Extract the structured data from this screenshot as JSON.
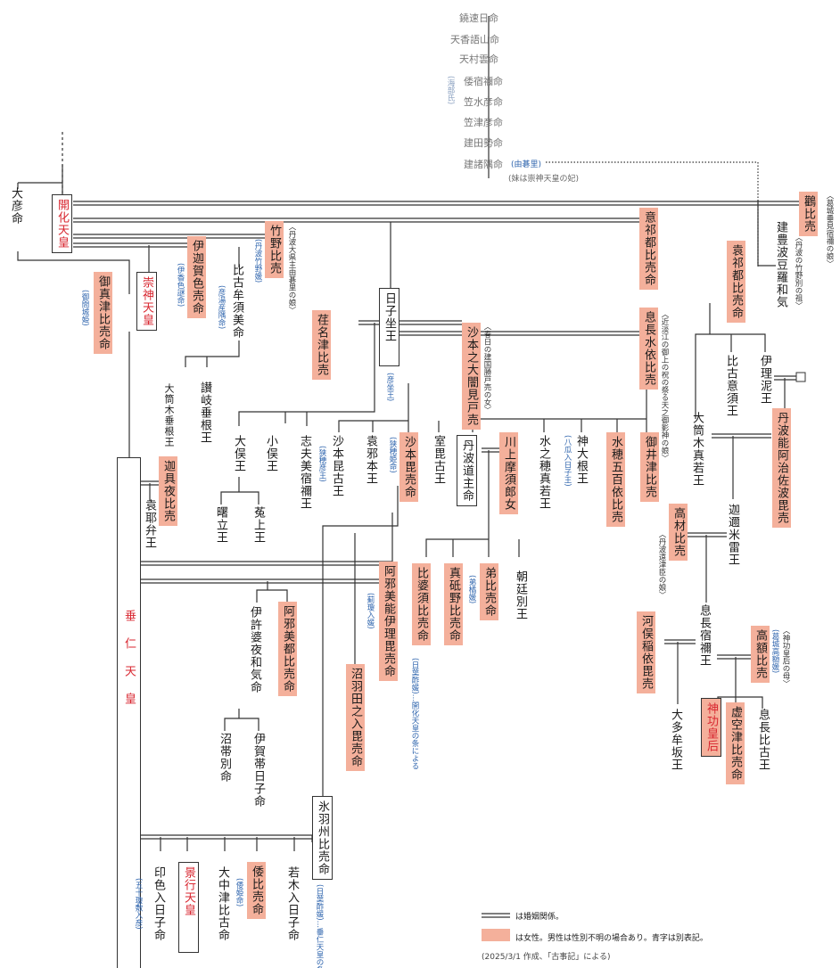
{
  "people": {
    "p1": "鐃速日命",
    "p2": "天香語山命",
    "p3": "天村雲命",
    "p4": "倭宿禰命",
    "p5": "笠水彦命",
    "p6": "笠津彦命",
    "p7": "建田勢命",
    "p8": "建諸隅命",
    "kaika": "開化天皇",
    "ohiko": "大彦命",
    "sujin": "崇神天皇",
    "mimatsu": "御真津比売命",
    "ikagashiko": "伊迦賀色売命",
    "takano": "竹野比売",
    "hikomusu": "比古牟須美命",
    "ohtsutsuki_tare": "大筒木垂根王",
    "sanuki": "讃岐垂根王",
    "kaguya": "迦具夜比売",
    "kuramimi": "袁耶弁王",
    "suinin": "垂仁天皇",
    "hikoimasu": "日子坐王",
    "okina": "荏名津比売",
    "ookitsu": "意祁都比売命",
    "okitsu": "袁祁都比売命",
    "washi": "鸛比売",
    "takehoko": "建豊波豆羅和気",
    "sahono": "沙本之大闇見戸売",
    "okimizuyori": "息長水依比売",
    "oomata": "大俣王",
    "omata": "小俣王",
    "shimi": "志夫美宿禰王",
    "akebono": "曙立王",
    "unakami": "菟上王",
    "sahobiko": "沙本昆古王",
    "oza": "袁邪本王",
    "sahobime": "沙本毘売命",
    "muroko": "室毘古王",
    "tanba": "丹波道主命",
    "kawakami": "川上摩須郎女",
    "mizuho_mawaka": "水之穂真若王",
    "kamuoone": "神大根王",
    "mizuho_ioyori": "水穂五百依比売",
    "mii": "御井津比売",
    "hikotatasu": "比古意須王",
    "iri": "伊理泥王",
    "tanbano": "丹波能阿治佐波毘売",
    "ohtsutsuki_mawaka": "大筒木真若王",
    "hibasu": "比婆須比売命",
    "matono": "真砥野比売命",
    "oto": "弟比売命",
    "asatsuma": "朝廷別王",
    "izaho": "阿邪美能伊理毘売命",
    "ikohaya": "伊許婆夜和気命",
    "azami": "阿邪美都比売命",
    "nubata": "沼羽田之入毘売命",
    "numatarashi": "沼帯別命",
    "igatarashi": "伊賀帯日子命",
    "hibasu2": "氷羽州比売命",
    "takaki": "高材比売",
    "kanitate": "迦邇米雷王",
    "kawamata": "河俣稲依毘売",
    "okinaga_sukune": "息長宿禰王",
    "takanuka": "高額比売",
    "ootamu": "大多牟坂王",
    "jingu": "神功皇后",
    "soratsu": "虚空津比売命",
    "okinaga_hiko": "息長比古王",
    "inishiki": "印色入日子命",
    "keiko": "景行天皇",
    "oonaka": "大中津比古命",
    "yamato": "倭比売命",
    "wakaki": "若木入日子命"
  },
  "notes": {
    "amabe": "(海部氏)",
    "yugori": "(由碁里)",
    "yugori_note": "(妹は崇神天皇の妃)",
    "mimaki": "(御間城姫)",
    "ikagashiko_alt": "(伊香色謎命)",
    "takano_alt": "(丹波竹野媛)",
    "takano_note": "〈丹波大県主由碁里の娘〉",
    "hiko_alt": "(彦湯産隅命)",
    "hikoimasu_alt": "(彦坐王)",
    "sahono_note": "〈春日の建国勝戸売の女〉",
    "okimizu_note": "〈近淡江の御上の祝の祭る天之御影神の娘〉",
    "washi_note": "〈葛城垂見宿禰の娘〉",
    "takehoko_note": "〈丹波の竹野別の祖〉",
    "sahobiko_alt": "(狭穂彦王)",
    "sahobime_alt": "(狭穂姫命)",
    "kamuoone_alt": "(八瓜入日子王)",
    "takaki_note": "〈丹波遠津臣の娘〉",
    "oto_alt": "(弟橘媛)",
    "hibasu_note": "(日葉酢媛)…開化天皇の条による",
    "izaho_alt": "(薊瓊入媛)",
    "hibasu2_note": "(日葉酢媛)…垂仁天皇の条による",
    "takanuka_note": "〈神功皇后の母〉",
    "takanuka_alt": "(葛城高額媛)",
    "inishiki_alt": "(五十瓊敷入彦)",
    "yamato_alt": "(倭姫命)"
  },
  "legend": {
    "marriage": "は婚姻関係。",
    "female": "は女性。男性は性別不明の場合あり。青字は別表記。",
    "source": "(2025/3/1 作成、「古事記」による)"
  },
  "colors": {
    "female_fill": "#f4b09b",
    "emperor_text": "#d8262f",
    "alt_text": "#2e64ad",
    "line": "#333333",
    "top_text": "#777777"
  }
}
